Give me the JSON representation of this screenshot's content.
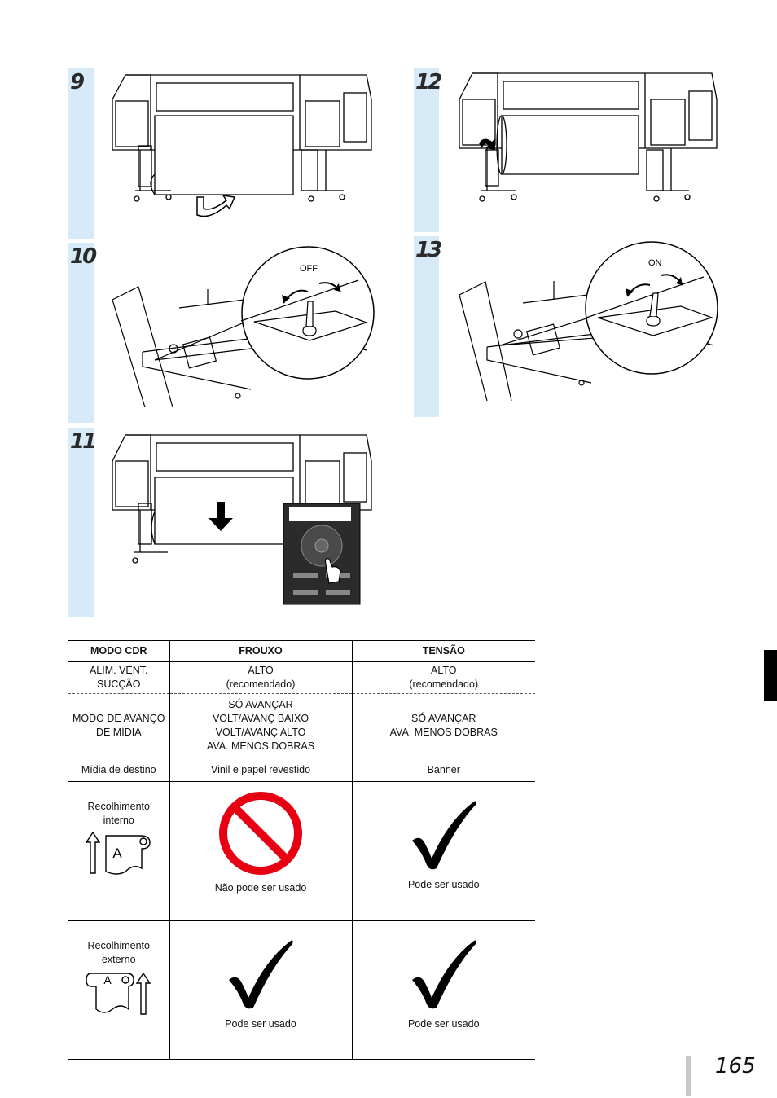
{
  "steps": [
    {
      "number": "9"
    },
    {
      "number": "10"
    },
    {
      "number": "11"
    },
    {
      "number": "12"
    },
    {
      "number": "13"
    }
  ],
  "switch_labels": {
    "off": "OFF",
    "on": "ON"
  },
  "table": {
    "headers": [
      "MODO CDR",
      "FROUXO",
      "TENSÃO"
    ],
    "rows": [
      {
        "label_lines": [
          "ALIM. VENT.",
          "SUCÇÃO"
        ],
        "frouxo_lines": [
          "ALTO",
          "(recomendado)"
        ],
        "tensao_lines": [
          "ALTO",
          "(recomendado)"
        ]
      },
      {
        "label_lines": [
          "MODO DE AVANÇO",
          "DE MÍDIA"
        ],
        "frouxo_lines": [
          "SÓ AVANÇAR",
          "VOLT/AVANÇ BAIXO",
          "VOLT/AVANÇ ALTO",
          "AVA. MENOS DOBRAS"
        ],
        "tensao_lines": [
          "SÓ AVANÇAR",
          "AVA. MENOS DOBRAS"
        ]
      },
      {
        "label_lines": [
          "Mídia de destino"
        ],
        "frouxo_lines": [
          "Vinil e papel revestido"
        ],
        "tensao_lines": [
          "Banner"
        ]
      },
      {
        "label_lines": [
          "Recolhimento",
          "interno"
        ],
        "frouxo_caption": "Não pode ser usado",
        "tensao_caption": "Pode ser usado",
        "frouxo_icon": "prohibited-icon",
        "tensao_icon": "checkmark-icon"
      },
      {
        "label_lines": [
          "Recolhimento",
          "externo"
        ],
        "frouxo_caption": "Pode ser usado",
        "tensao_caption": "Pode ser usado",
        "frouxo_icon": "checkmark-icon",
        "tensao_icon": "checkmark-icon"
      }
    ],
    "roll_letter": "A"
  },
  "page_number": "165",
  "colors": {
    "step_band": "#d6ebf7",
    "prohibit": "#e60012"
  }
}
